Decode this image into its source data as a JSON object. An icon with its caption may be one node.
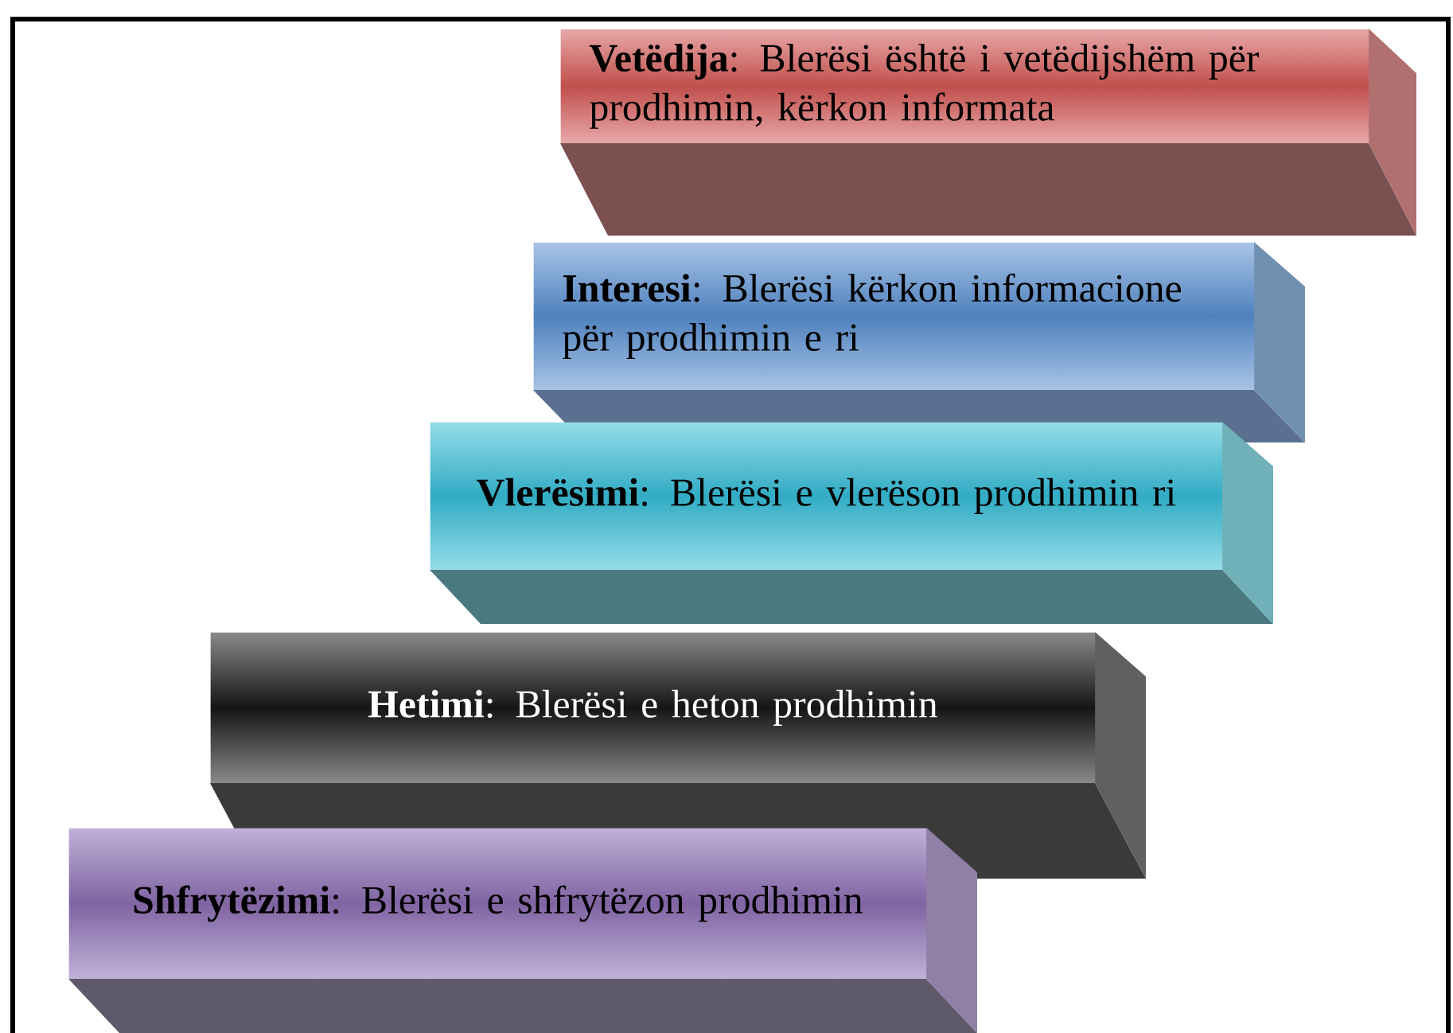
{
  "diagram": {
    "nodes": [
      {
        "text": [
          "**Vetëdija**: Blerësi është i vetëdijshëm për prodhimin, kërkon informata"
        ]
      },
      {
        "text": [
          "**Interesi**: Blerësi kërkon informacione për prodhimin e ri"
        ]
      },
      {
        "text": [
          "**Vlerësimi**: Blerësi e vlerëson prodhimin ri"
        ]
      },
      {
        "text": [
          "**Hetimi**: Blerësi e heton prodhimin"
        ]
      },
      {
        "text": [
          "**Shfrytëzimi**: Blerësi e shfrytëzon prodhimin"
        ]
      }
    ]
  }
}
